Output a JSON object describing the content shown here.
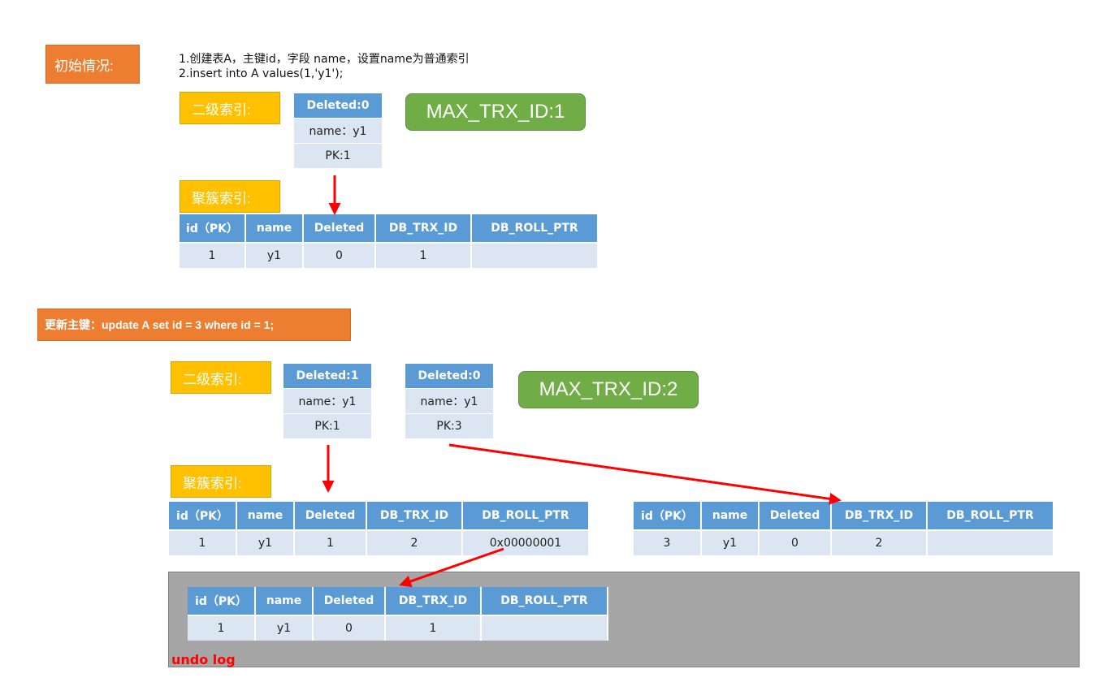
{
  "section1": {
    "tag": "初始情况:",
    "steps": [
      "1.创建表A，主键id，字段 name，设置name为普通索引",
      "2.insert into A values(1,'y1');"
    ],
    "secondary_label": "二级索引:",
    "clustered_label": "聚簇索引:",
    "max_trx": "MAX_TRX_ID:1",
    "secondary_record": {
      "deleted": "Deleted:0",
      "name": "name：y1",
      "pk": "PK:1"
    },
    "table": {
      "headers": [
        "id（PK）",
        "name",
        "Deleted",
        "DB_TRX_ID",
        "DB_ROLL_PTR"
      ],
      "row": [
        "1",
        "y1",
        "0",
        "1",
        ""
      ]
    }
  },
  "section2": {
    "tag": "更新主键：update A set id = 3 where id = 1;",
    "secondary_label": "二级索引:",
    "clustered_label": "聚簇索引:",
    "max_trx": "MAX_TRX_ID:2",
    "secondary_old": {
      "deleted": "Deleted:1",
      "name": "name：y1",
      "pk": "PK:1"
    },
    "secondary_new": {
      "deleted": "Deleted:0",
      "name": "name：y1",
      "pk": "PK:3"
    },
    "table_old": {
      "headers": [
        "id（PK）",
        "name",
        "Deleted",
        "DB_TRX_ID",
        "DB_ROLL_PTR"
      ],
      "row": [
        "1",
        "y1",
        "1",
        "2",
        "0x00000001"
      ]
    },
    "table_new": {
      "headers": [
        "id（PK）",
        "name",
        "Deleted",
        "DB_TRX_ID",
        "DB_ROLL_PTR"
      ],
      "row": [
        "3",
        "y1",
        "0",
        "2",
        ""
      ]
    },
    "undo": {
      "label": "undo log",
      "headers": [
        "id（PK）",
        "name",
        "Deleted",
        "DB_TRX_ID",
        "DB_ROLL_PTR"
      ],
      "row": [
        "1",
        "y1",
        "0",
        "1",
        ""
      ]
    }
  },
  "colors": {
    "orange": "#ED7D31",
    "yellow": "#FFC000",
    "green": "#70AD47",
    "header_blue": "#5B9BD5",
    "cell_blue": "#DCE6F2",
    "arrow_red": "#FF0000",
    "undo_grey": "#A6A6A6"
  }
}
